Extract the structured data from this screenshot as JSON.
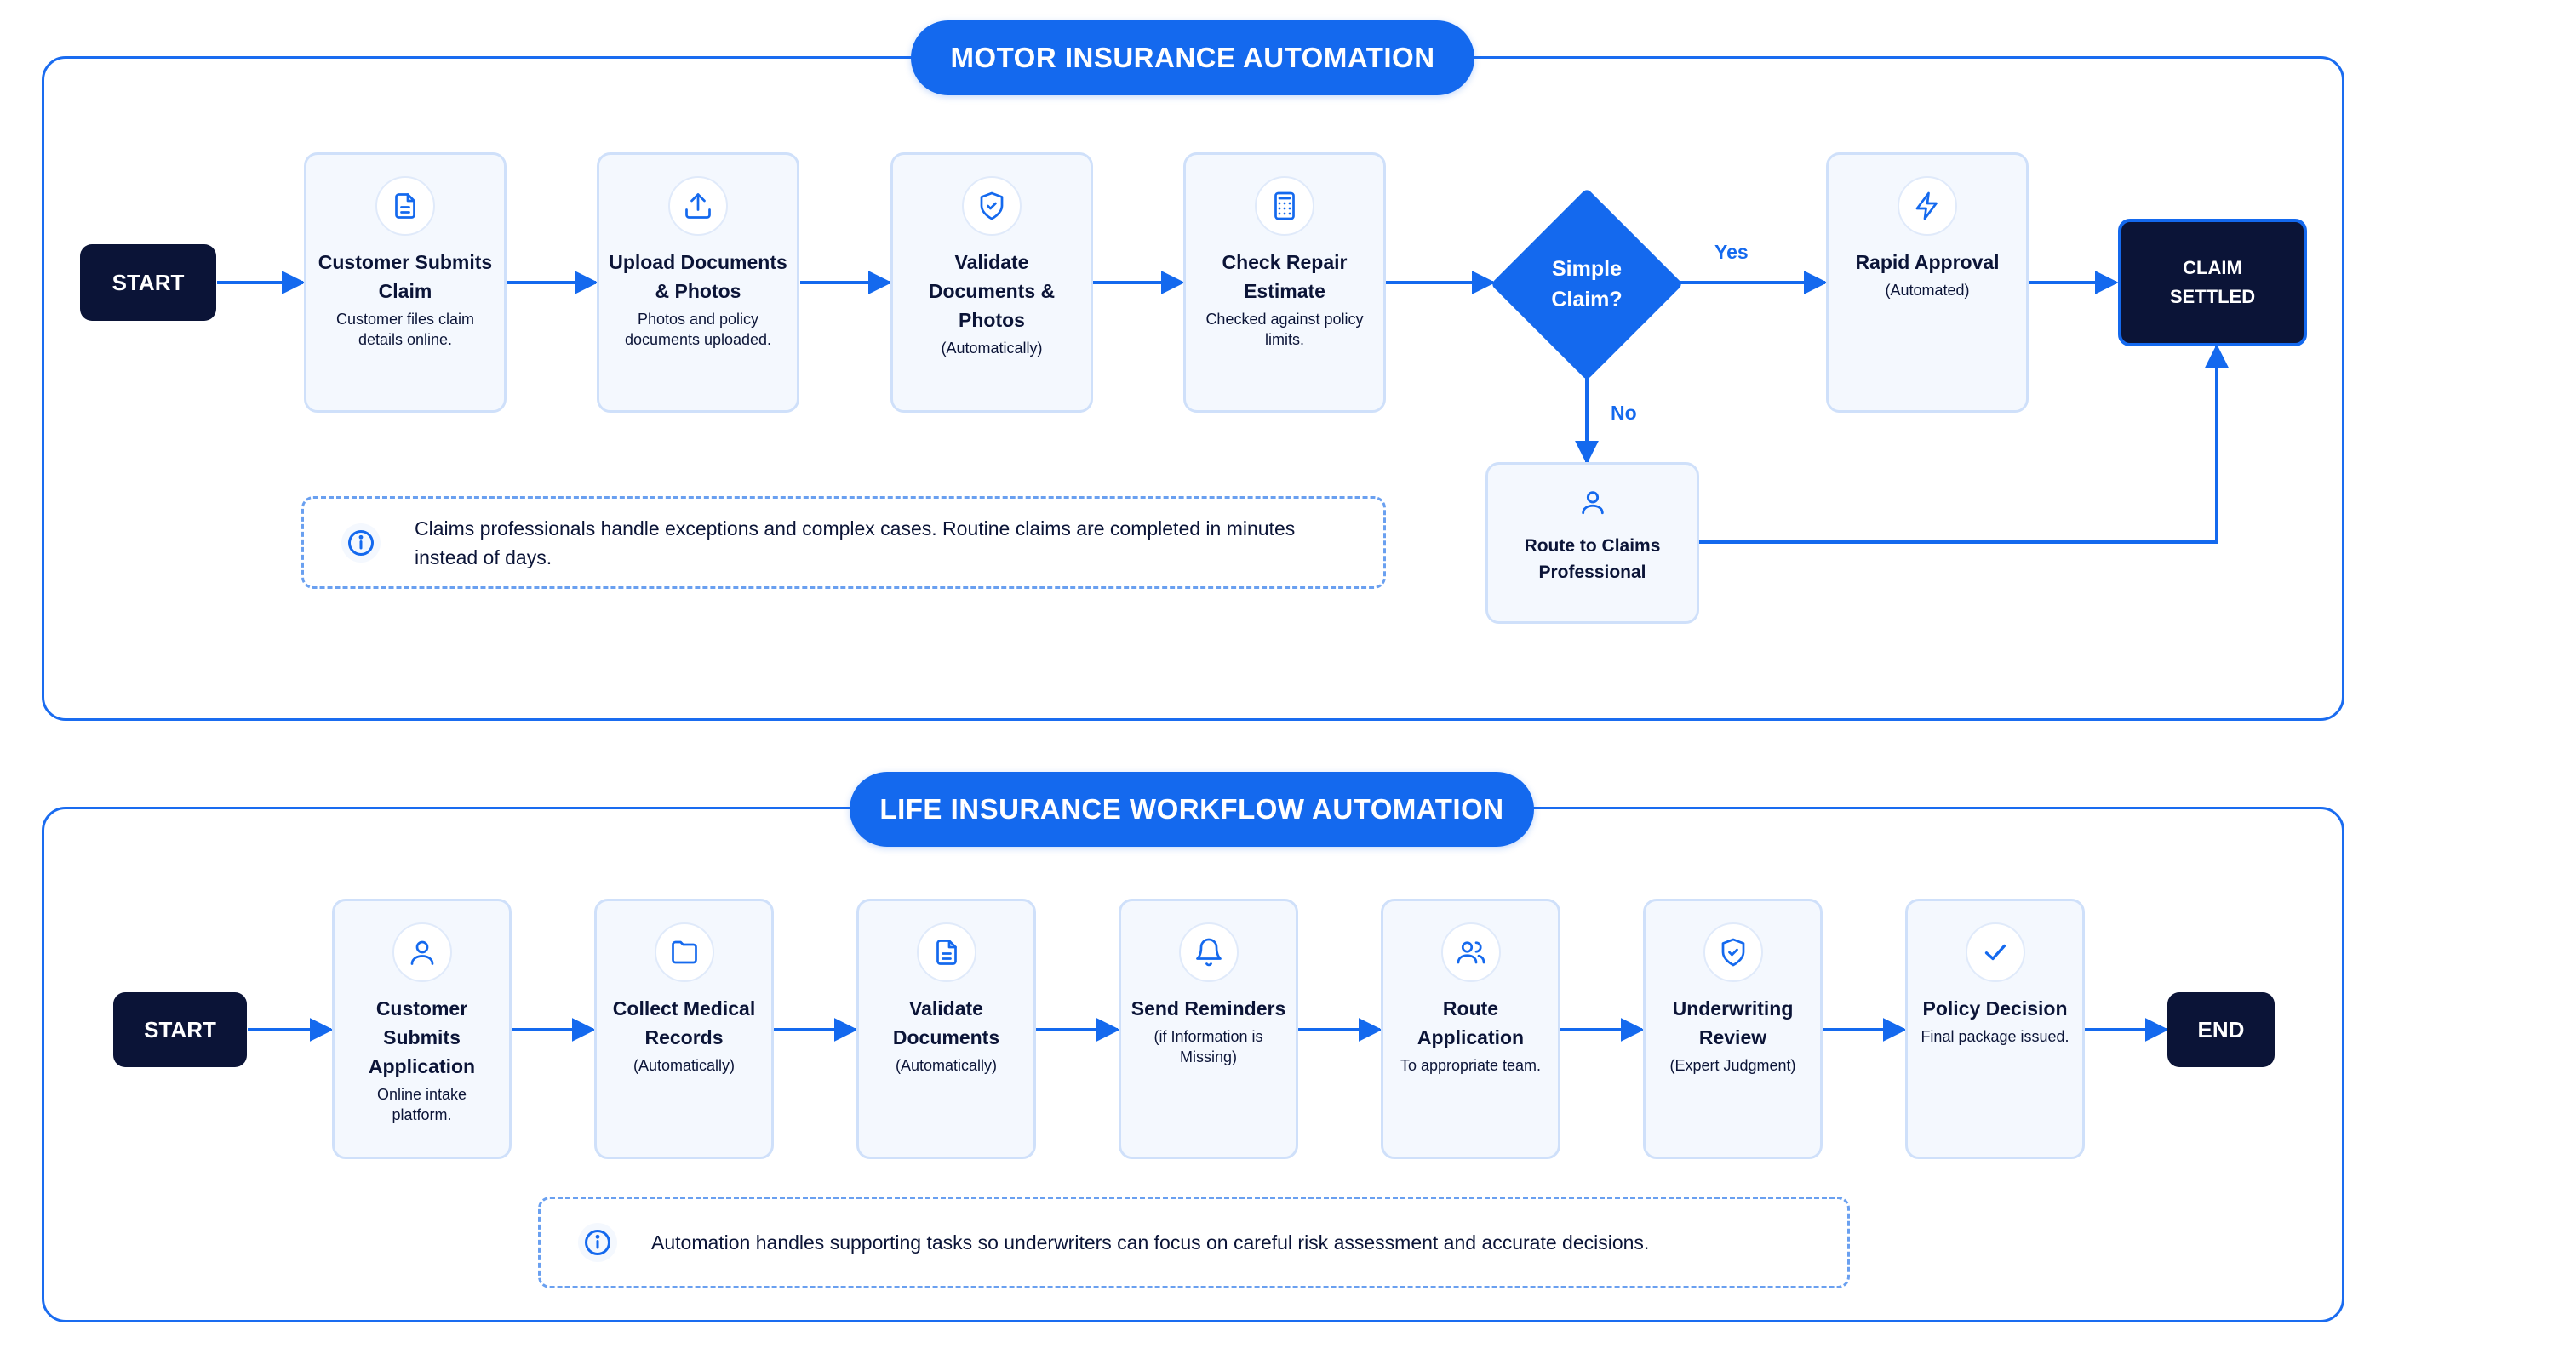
{
  "motor": {
    "banner": "MOTOR INSURANCE AUTOMATION",
    "start_label": "START",
    "steps": [
      {
        "icon": "document-icon",
        "title": "Customer Submits Claim",
        "subtitle": "Customer files claim details online."
      },
      {
        "icon": "upload-icon",
        "title": "Upload Documents & Photos",
        "subtitle": "Photos and policy documents uploaded."
      },
      {
        "icon": "shield-check-icon",
        "title": "Validate Documents & Photos",
        "subtitle": "(Automatically)"
      },
      {
        "icon": "calculator-icon",
        "title": "Check Repair Estimate",
        "subtitle": "Checked against policy limits."
      }
    ],
    "decision": {
      "line1": "Simple",
      "line2": "Claim?",
      "yes_label": "Yes",
      "no_label": "No"
    },
    "rapid_approval": {
      "icon": "lightning-icon",
      "title": "Rapid Approval",
      "subtitle": "(Automated)"
    },
    "route_professional": {
      "icon": "user-icon",
      "title": "Route to Claims Professional"
    },
    "end": {
      "line1": "CLAIM",
      "line2": "SETTLED"
    },
    "note": "Claims professionals handle exceptions and complex cases. Routine claims are completed in minutes instead of days."
  },
  "life": {
    "banner": "LIFE INSURANCE WORKFLOW AUTOMATION",
    "start_label": "START",
    "end_label": "END",
    "steps": [
      {
        "icon": "user-icon",
        "title": "Customer Submits Application",
        "subtitle": "Online intake platform."
      },
      {
        "icon": "folder-icon",
        "title": "Collect Medical Records",
        "subtitle": "(Automatically)"
      },
      {
        "icon": "document-icon",
        "title": "Validate Documents",
        "subtitle": "(Automatically)"
      },
      {
        "icon": "bell-icon",
        "title": "Send Reminders",
        "subtitle": "(if Information is Missing)"
      },
      {
        "icon": "users-icon",
        "title": "Route Application",
        "subtitle": "To appropriate team."
      },
      {
        "icon": "shield-check-icon",
        "title": "Underwriting Review",
        "subtitle": "(Expert Judgment)"
      },
      {
        "icon": "check-icon",
        "title": "Policy Decision",
        "subtitle": "Final package issued."
      }
    ],
    "note": "Automation handles supporting tasks so underwriters can focus on careful risk assessment and accurate decisions."
  },
  "colors": {
    "accent": "#1469ee",
    "dark": "#0b1437",
    "card_bg": "#f4f8fe",
    "card_border": "#cfe0fa"
  }
}
